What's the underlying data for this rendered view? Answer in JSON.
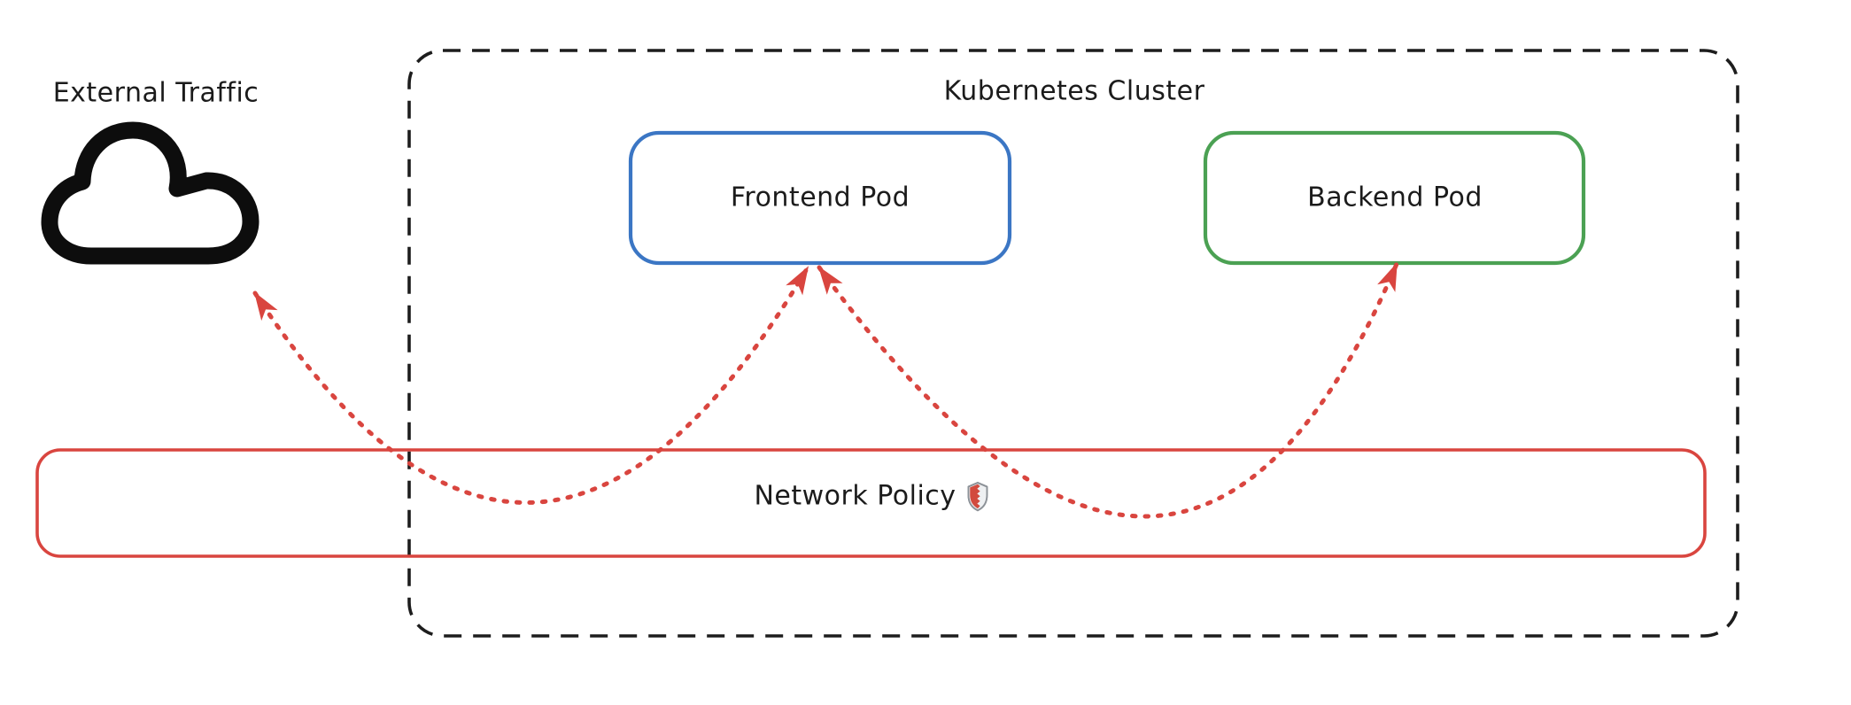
{
  "diagram": {
    "external_traffic": {
      "label": "External Traffic",
      "icon": "cloud-icon"
    },
    "cluster": {
      "label": "Kubernetes Cluster",
      "border_style": "dashed",
      "border_color": "#1d1d1d"
    },
    "frontend_pod": {
      "label": "Frontend Pod",
      "border_color": "#3b76c4"
    },
    "backend_pod": {
      "label": "Backend Pod",
      "border_color": "#4ba153"
    },
    "network_policy": {
      "label": "Network Policy",
      "icon": "shield-icon",
      "border_color": "#d9453f"
    },
    "edges": [
      {
        "from": "external-traffic",
        "to": "frontend-pod",
        "through": "network-policy",
        "style": "dotted",
        "color": "#d9453f",
        "bidirectional": true
      },
      {
        "from": "frontend-pod",
        "to": "backend-pod",
        "through": "network-policy",
        "style": "dotted",
        "color": "#d9453f",
        "bidirectional": true
      }
    ]
  },
  "colors": {
    "ink": "#1b1b1b",
    "frontend_blue": "#3b76c4",
    "backend_green": "#4ba153",
    "policy_red": "#d9453f",
    "background": "#ffffff"
  }
}
